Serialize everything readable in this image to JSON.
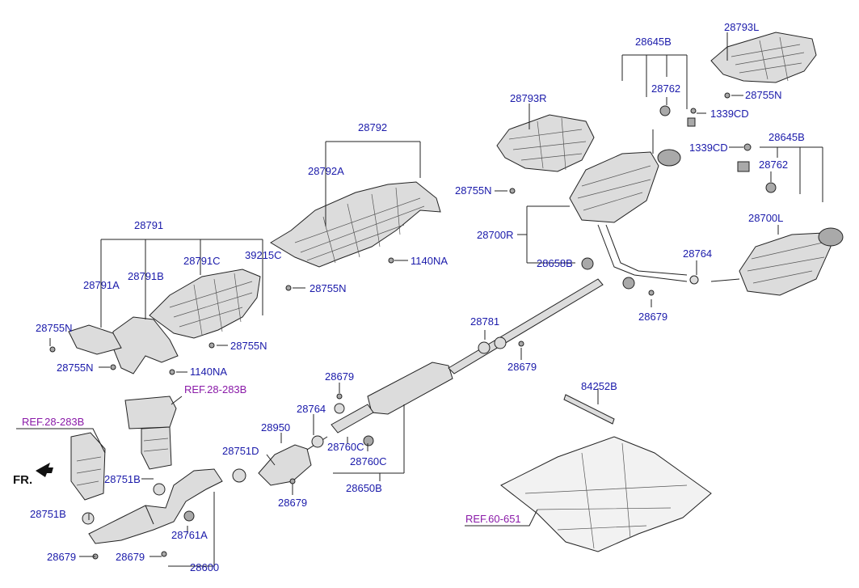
{
  "diagram": {
    "labels": {
      "l28793L": "28793L",
      "l28645B_top": "28645B",
      "l28762_top": "28762",
      "l1339CD_top": "1339CD",
      "l28755N_tr": "28755N",
      "l28793R": "28793R",
      "l28755N_r": "28755N",
      "l1339CD_mid": "1339CD",
      "l28645B_mid": "28645B",
      "l28762_mid": "28762",
      "l28792": "28792",
      "l28792A": "28792A",
      "l28700R": "28700R",
      "l28700L": "28700L",
      "l28658B": "28658B",
      "l28764_r": "28764",
      "l28679_r": "28679",
      "l28791": "28791",
      "l28791A": "28791A",
      "l28791B": "28791B",
      "l28791C": "28791C",
      "l39215C": "39215C",
      "l1140NA_a": "1140NA",
      "l28755N_m": "28755N",
      "l28755N_l1": "28755N",
      "l28755N_l2": "28755N",
      "l28755N_l3": "28755N",
      "l1140NA_b": "1140NA",
      "l28781": "28781",
      "l28679_m": "28679",
      "l84252B": "84252B",
      "l28679_c": "28679",
      "l28764_c": "28764",
      "l28950": "28950",
      "l28760C_a": "28760C",
      "l28760C_b": "28760C",
      "l28751D": "28751D",
      "l28650B": "28650B",
      "l28679_cb": "28679",
      "l28751B_a": "28751B",
      "l28751B_b": "28751B",
      "l28679_lb": "28679",
      "l28679_lb2": "28679",
      "l28761A": "28761A",
      "l28600": "28600"
    },
    "refs": {
      "ref_a": "REF.28-283B",
      "ref_b": "REF.28-283B",
      "ref_c": "REF.60-651"
    },
    "front_marker": "FR."
  }
}
